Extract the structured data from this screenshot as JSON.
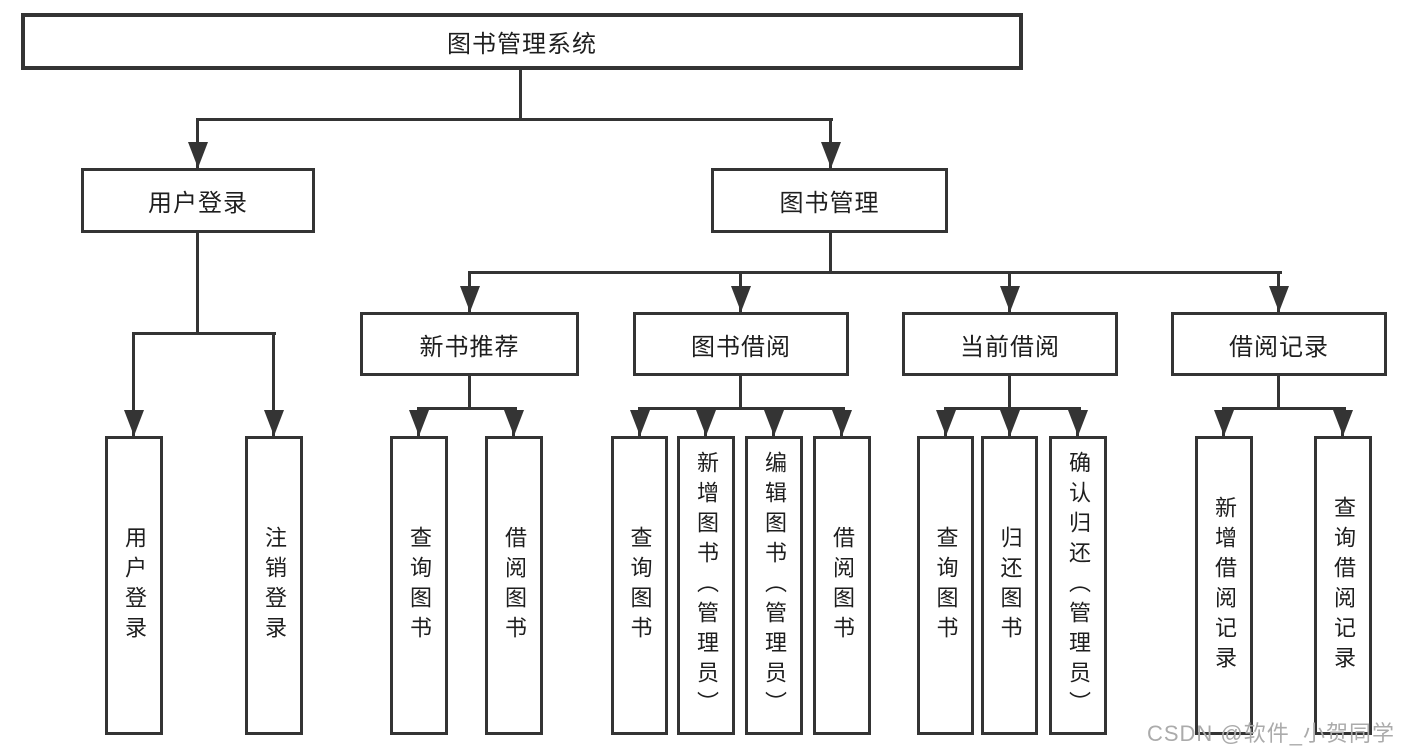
{
  "tree": {
    "label": "图书管理系统",
    "children": [
      {
        "label": "用户登录",
        "children": [
          {
            "label": "用户登录"
          },
          {
            "label": "注销登录"
          }
        ]
      },
      {
        "label": "图书管理",
        "children": [
          {
            "label": "新书推荐",
            "children": [
              {
                "label": "查询图书"
              },
              {
                "label": "借阅图书"
              }
            ]
          },
          {
            "label": "图书借阅",
            "children": [
              {
                "label": "查询图书"
              },
              {
                "label": "新增图书（管理员）"
              },
              {
                "label": "编辑图书（管理员）"
              },
              {
                "label": "借阅图书"
              }
            ]
          },
          {
            "label": "当前借阅",
            "children": [
              {
                "label": "查询图书"
              },
              {
                "label": "归还图书"
              },
              {
                "label": "确认归还（管理员）"
              }
            ]
          },
          {
            "label": "借阅记录",
            "children": [
              {
                "label": "新增借阅记录"
              },
              {
                "label": "查询借阅记录"
              }
            ]
          }
        ]
      }
    ]
  },
  "watermark": {
    "text": "CSDN @软件_小贺同学",
    "color": "#ababab"
  },
  "colors": {
    "line": "#343434",
    "text": "#1e1e1e",
    "background": "#ffffff"
  }
}
